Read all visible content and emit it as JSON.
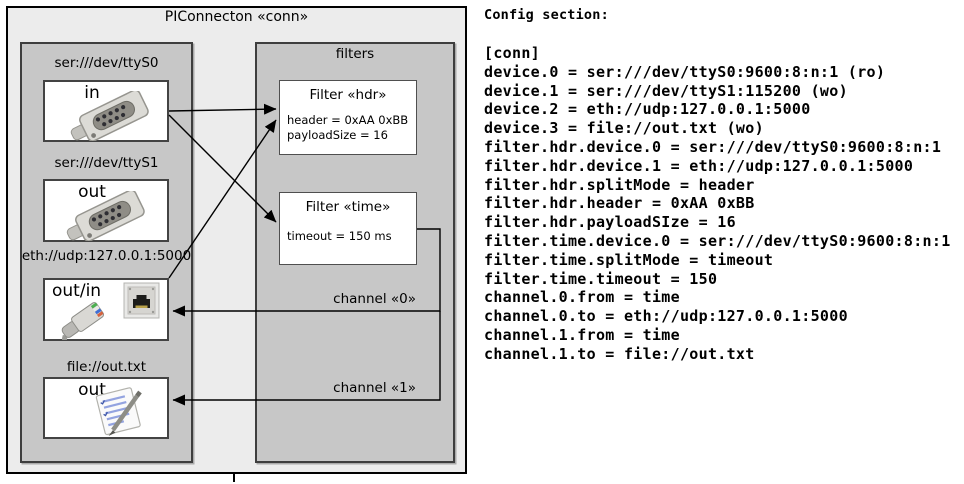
{
  "diagram": {
    "title": "PIConnecton «conn»",
    "devices": [
      {
        "label": "ser:///dev/ttyS0",
        "direction": "in",
        "icon": "serial-connector-icon"
      },
      {
        "label": "ser:///dev/ttyS1",
        "direction": "out",
        "icon": "serial-connector-icon"
      },
      {
        "label": "eth://udp:127.0.0.1:5000",
        "direction": "out/in",
        "icon": "ethernet-jack-icon"
      },
      {
        "label": "file://out.txt",
        "direction": "out",
        "icon": "notepad-icon"
      }
    ],
    "filters_group": {
      "title": "filters",
      "filters": [
        {
          "title": "Filter «hdr»",
          "attrs": [
            "header = 0xAA 0xBB",
            "payloadSize = 16"
          ]
        },
        {
          "title": "Filter «time»",
          "attrs": [
            "timeout = 150 ms"
          ]
        }
      ]
    },
    "channels": [
      {
        "label": "channel «0»"
      },
      {
        "label": "channel «1»"
      }
    ]
  },
  "config": {
    "heading": "Config section:",
    "lines": [
      "[conn]",
      "device.0 = ser:///dev/ttyS0:9600:8:n:1 (ro)",
      "device.1 = ser:///dev/ttyS1:115200 (wo)",
      "device.2 = eth://udp:127.0.0.1:5000",
      "device.3 = file://out.txt (wo)",
      "filter.hdr.device.0 = ser:///dev/ttyS0:9600:8:n:1",
      "filter.hdr.device.1 = eth://udp:127.0.0.1:5000",
      "filter.hdr.splitMode = header",
      "filter.hdr.header = 0xAA 0xBB",
      "filter.hdr.payloadSIze = 16",
      "filter.time.device.0 = ser:///dev/ttyS0:9600:8:n:1",
      "filter.time.splitMode = timeout",
      "filter.time.timeout = 150",
      "channel.0.from = time",
      "channel.0.to = eth://udp:127.0.0.1:5000",
      "channel.1.from = time",
      "channel.1.to = file://out.txt"
    ]
  },
  "colors": {
    "frame_bg": "#ececec",
    "group_bg": "#c7c7c7",
    "box_bg": "#ffffff",
    "border": "#3e3e3e",
    "line": "#000000"
  }
}
